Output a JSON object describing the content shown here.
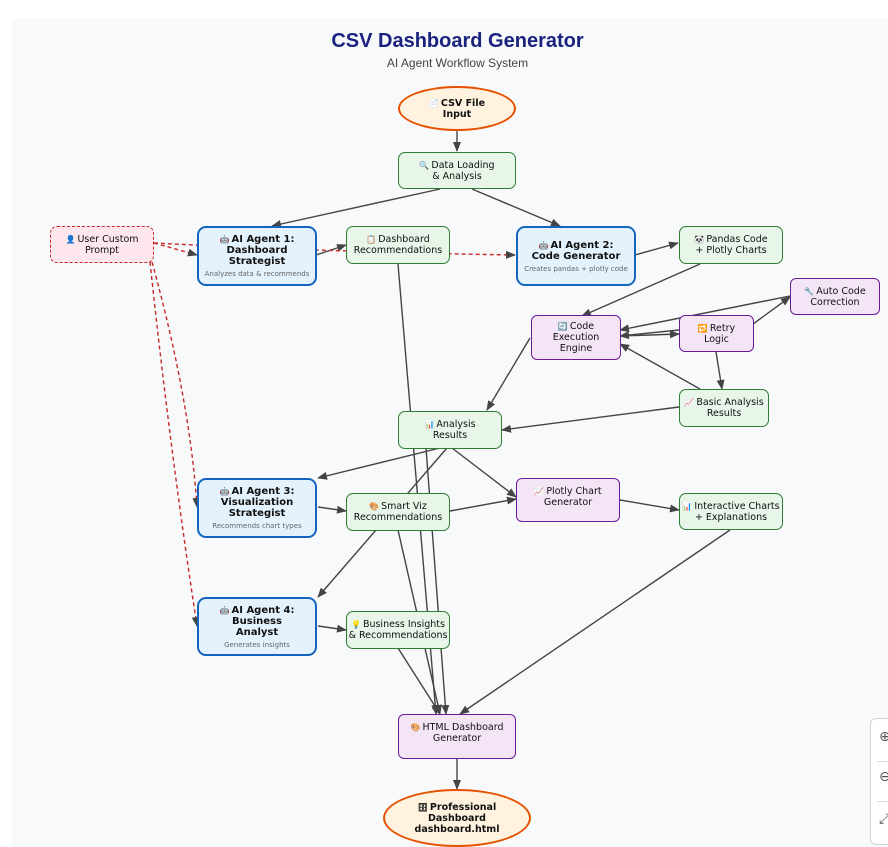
{
  "header": {
    "title": "CSV Dashboard Generator",
    "subtitle": "AI Agent Workflow System"
  },
  "nodes": {
    "csv_input": {
      "icon": "📄",
      "label": "CSV File\nInput"
    },
    "data_loading": {
      "icon": "🔍",
      "label": "Data Loading\n& Analysis"
    },
    "user_prompt": {
      "icon": "👤",
      "label": "User Custom\nPrompt"
    },
    "agent1": {
      "icon": "🤖",
      "title": "AI Agent 1:\nDashboard\nStrategist",
      "subtitle": "Analyzes data & recommends"
    },
    "dashboard_recs": {
      "icon": "📋",
      "label": "Dashboard\nRecommendations"
    },
    "agent2": {
      "icon": "🤖",
      "title": "AI Agent 2:\nCode Generator",
      "subtitle": "Creates pandas + plotly code"
    },
    "pandas_code": {
      "icon": "🐼",
      "label": "Pandas Code\n+ Plotly Charts"
    },
    "auto_correct": {
      "icon": "🔧",
      "label": "Auto Code\nCorrection"
    },
    "code_exec": {
      "icon": "🔄",
      "label": "Code\nExecution\nEngine"
    },
    "retry": {
      "icon": "🔁",
      "label": "Retry\nLogic"
    },
    "basic_results": {
      "icon": "📈",
      "label": "Basic Analysis\nResults"
    },
    "analysis_results": {
      "icon": "📊",
      "label": "Analysis\nResults"
    },
    "agent3": {
      "icon": "🤖",
      "title": "AI Agent 3:\nVisualization\nStrategist",
      "subtitle": "Recommends chart types"
    },
    "smart_viz": {
      "icon": "🎨",
      "label": "Smart Viz\nRecommendations"
    },
    "plotly_gen": {
      "icon": "📈",
      "label": "Plotly Chart\nGenerator"
    },
    "interactive": {
      "icon": "📊",
      "label": "Interactive Charts\n+ Explanations"
    },
    "agent4": {
      "icon": "🤖",
      "title": "AI Agent 4:\nBusiness\nAnalyst",
      "subtitle": "Generates insights"
    },
    "biz_insights": {
      "icon": "💡",
      "label": "Business Insights\n& Recommendations"
    },
    "html_gen": {
      "icon": "🎨",
      "label": "HTML Dashboard\nGenerator"
    },
    "output": {
      "icon": "🗄",
      "label": "Professional\nDashboard\ndashboard.html"
    }
  },
  "colors": {
    "arrow": "#444444",
    "dashed_arrow": "#c62828",
    "title": "#1a237e"
  },
  "zoom_controls": {
    "zoom_in": "⊕",
    "zoom_out": "⊖",
    "fit": "⤢"
  }
}
